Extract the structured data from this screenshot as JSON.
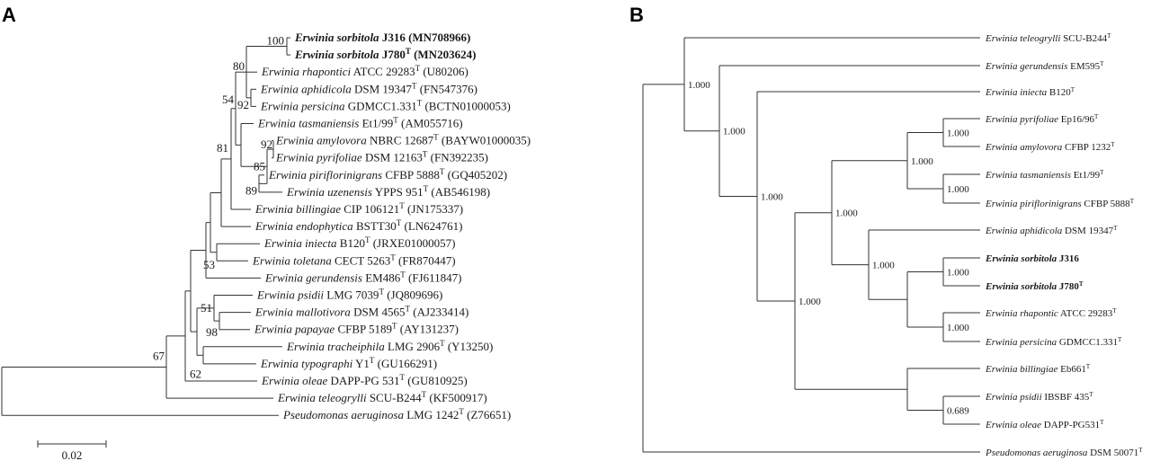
{
  "panels": [
    {
      "label": "A",
      "scale_bar": "0.02",
      "tips": [
        {
          "genus": "Erwinia sorbitola",
          "strain": "J316",
          "type_mark": "",
          "accession": "(MN708966)",
          "bold": true
        },
        {
          "genus": "Erwinia sorbitola",
          "strain": "J780",
          "type_mark": "T",
          "accession": "(MN203624)",
          "bold": true
        },
        {
          "genus": "Erwinia rhapontici",
          "strain": "ATCC 29283",
          "type_mark": "T",
          "accession": "(U80206)",
          "bold": false
        },
        {
          "genus": "Erwinia aphidicola",
          "strain": "DSM 19347",
          "type_mark": "T",
          "accession": "(FN547376)",
          "bold": false
        },
        {
          "genus": "Erwinia persicina",
          "strain": "GDMCC1.331",
          "type_mark": "T",
          "accession": "(BCTN01000053)",
          "bold": false
        },
        {
          "genus": "Erwinia tasmaniensis",
          "strain": "Et1/99",
          "type_mark": "T",
          "accession": "(AM055716)",
          "bold": false
        },
        {
          "genus": "Erwinia amylovora",
          "strain": "NBRC 12687",
          "type_mark": "T",
          "accession": "(BAYW01000035)",
          "bold": false
        },
        {
          "genus": "Erwinia pyrifoliae",
          "strain": "DSM 12163",
          "type_mark": "T",
          "accession": "(FN392235)",
          "bold": false
        },
        {
          "genus": "Erwinia piriflorinigrans",
          "strain": "CFBP 5888",
          "type_mark": "T",
          "accession": "(GQ405202)",
          "bold": false
        },
        {
          "genus": "Erwinia uzenensis",
          "strain": "YPPS 951",
          "type_mark": "T",
          "accession": "(AB546198)",
          "bold": false
        },
        {
          "genus": "Erwinia billingiae",
          "strain": "CIP 106121",
          "type_mark": "T",
          "accession": "(JN175337)",
          "bold": false
        },
        {
          "genus": "Erwinia endophytica",
          "strain": "BSTT30",
          "type_mark": "T",
          "accession": "(LN624761)",
          "bold": false
        },
        {
          "genus": "Erwinia iniecta",
          "strain": "B120",
          "type_mark": "T",
          "accession": "(JRXE01000057)",
          "bold": false
        },
        {
          "genus": "Erwinia toletana",
          "strain": "CECT 5263",
          "type_mark": "T",
          "accession": "(FR870447)",
          "bold": false
        },
        {
          "genus": "Erwinia gerundensis",
          "strain": "EM486",
          "type_mark": "T",
          "accession": "(FJ611847)",
          "bold": false
        },
        {
          "genus": "Erwinia psidii",
          "strain": "LMG 7039",
          "type_mark": "T",
          "accession": "(JQ809696)",
          "bold": false
        },
        {
          "genus": "Erwinia mallotivora",
          "strain": "DSM 4565",
          "type_mark": "T",
          "accession": "(AJ233414)",
          "bold": false
        },
        {
          "genus": "Erwinia papayae",
          "strain": "CFBP 5189",
          "type_mark": "T",
          "accession": "(AY131237)",
          "bold": false
        },
        {
          "genus": "Erwinia tracheiphila",
          "strain": "LMG 2906",
          "type_mark": "T",
          "accession": "(Y13250)",
          "bold": false
        },
        {
          "genus": "Erwinia typographi",
          "strain": "Y1",
          "type_mark": "T",
          "accession": "(GU166291)",
          "bold": false
        },
        {
          "genus": "Erwinia oleae",
          "strain": "DAPP-PG 531",
          "type_mark": "T",
          "accession": "(GU810925)",
          "bold": false
        },
        {
          "genus": "Erwinia teleogrylli",
          "strain": "SCU-B244",
          "type_mark": "T",
          "accession": "(KF500917)",
          "bold": false
        },
        {
          "genus": "Pseudomonas aeruginosa",
          "strain": "LMG 1242",
          "type_mark": "T",
          "accession": "(Z76651)",
          "bold": false
        }
      ],
      "bootstrap": [
        "100",
        "80",
        "92",
        "92",
        "85",
        "89",
        "54",
        "81",
        "53",
        "51",
        "98",
        "62",
        "67"
      ]
    },
    {
      "label": "B",
      "tips": [
        {
          "genus": "Erwinia teleogrylli",
          "strain": "SCU-B244",
          "type_mark": "T",
          "bold": false
        },
        {
          "genus": "Erwinia gerundensis",
          "strain": "EM595",
          "type_mark": "T",
          "bold": false
        },
        {
          "genus": "Erwinia iniecta",
          "strain": "B120",
          "type_mark": "T",
          "bold": false
        },
        {
          "genus": "Erwinia pyrifoliae",
          "strain": "Ep16/96",
          "type_mark": "T",
          "bold": false
        },
        {
          "genus": "Erwinia amylovora",
          "strain": "CFBP 1232",
          "type_mark": "T",
          "bold": false
        },
        {
          "genus": "Erwinia tasmaniensis",
          "strain": "Et1/99",
          "type_mark": "T",
          "bold": false
        },
        {
          "genus": "Erwinia piriflorinigrans",
          "strain": "CFBP 5888",
          "type_mark": "T",
          "bold": false
        },
        {
          "genus": "Erwinia aphidicola",
          "strain": "DSM 19347",
          "type_mark": "T",
          "bold": false
        },
        {
          "genus": "Erwinia sorbitola",
          "strain": "J316",
          "type_mark": "",
          "bold": true
        },
        {
          "genus": "Erwinia sorbitola",
          "strain": "J780",
          "type_mark": "T",
          "bold": true
        },
        {
          "genus": "Erwinia rhapontic",
          "strain": "ATCC 29283",
          "type_mark": "T",
          "bold": false
        },
        {
          "genus": "Erwinia persicina",
          "strain": "GDMCC1.331",
          "type_mark": "T",
          "bold": false
        },
        {
          "genus": "Erwinia billingiae",
          "strain": "Eb661",
          "type_mark": "T",
          "bold": false
        },
        {
          "genus": "Erwinia psidii",
          "strain": "IBSBF 435",
          "type_mark": "T",
          "bold": false
        },
        {
          "genus": "Erwinia oleae",
          "strain": "DAPP-PG531",
          "type_mark": "T",
          "bold": false
        },
        {
          "genus": "Pseudomonas aeruginosa",
          "strain": "DSM 50071",
          "type_mark": "T",
          "bold": false
        }
      ],
      "posterior": [
        "1.000",
        "1.000",
        "1.000",
        "1.000",
        "1.000",
        "1.000",
        "1.000",
        "1.000",
        "1.000",
        "1.000",
        "1.000",
        "0.689"
      ]
    }
  ]
}
